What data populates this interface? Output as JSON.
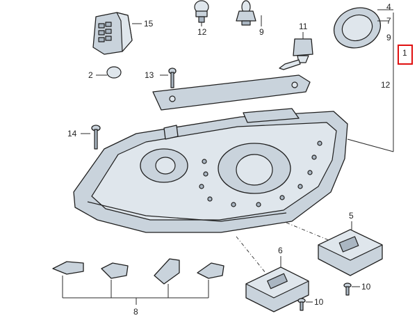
{
  "diagram": {
    "callouts": {
      "c1": "1",
      "c2": "2",
      "c4": "4",
      "c5": "5",
      "c6": "6",
      "c7": "7",
      "c8": "8",
      "c9_top": "9",
      "c9_right": "9",
      "c10_a": "10",
      "c10_b": "10",
      "c11": "11",
      "c12_top": "12",
      "c12_right": "12",
      "c13": "13",
      "c14": "14",
      "c15": "15"
    },
    "colors": {
      "highlight_box": "#e01010",
      "part_fill": "#c9d3dc",
      "line": "#2a2a2a"
    }
  }
}
